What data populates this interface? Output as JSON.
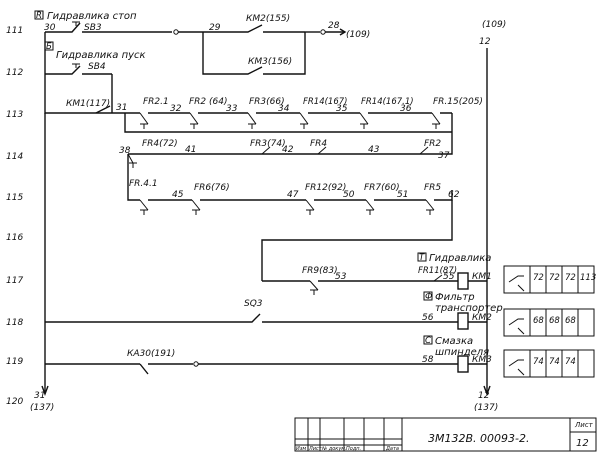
{
  "rows": [
    "111",
    "112",
    "113",
    "114",
    "115",
    "116",
    "117",
    "118",
    "119",
    "120"
  ],
  "bus": {
    "left_bottom_num": "31",
    "left_bottom_ref": "(137)",
    "right_top_num": "12",
    "right_top_ref": "(109)",
    "right_bottom_num": "12",
    "right_bottom_ref": "(137)"
  },
  "wires": {
    "w30": "30",
    "w29": "29",
    "w28": "28",
    "w28_ref": "(109)",
    "w31": "31",
    "w32": "32",
    "w33": "33",
    "w34": "34",
    "w35": "35",
    "w36": "36",
    "w37": "37",
    "w38": "38",
    "w41": "41",
    "w42": "42",
    "w43": "43",
    "w45": "45",
    "w47": "47",
    "w50": "50",
    "w51": "51",
    "w62": "62",
    "w53": "53",
    "w55": "55",
    "w56": "56",
    "w58": "58"
  },
  "texts": {
    "stop_num": "R",
    "stop_label": "Гидравлика  стоп",
    "sb3": "SB3",
    "start_num": "Б",
    "start_label": "Гидравлика  пуск",
    "sb4": "SB4",
    "km2_155": "КМ2(155)",
    "km3_156": "КМ3(156)",
    "km1_117": "КМ1(117)",
    "fr21": "FR2.1",
    "fr2_64": "FR2 (64)",
    "fr3_66": "FR3(66)",
    "fr14_167": "FR14(167)",
    "fr141_167": "FR14(167.1)",
    "fr15_205": "FR.15(205)",
    "fr4_72": "FR4(72)",
    "fr3_74": "FR3(74)",
    "fr4": "FR4",
    "fr2": "FR2",
    "fr41": "FR.4.1",
    "fr6_76": "FR6(76)",
    "fr12_92": "FR12(92)",
    "fr7_60": "FR7(60)",
    "fr5": "FR5",
    "fr9_83": "FR9(83)",
    "fr11_87": "FR11(87)",
    "km1": "КМ1",
    "km2": "КМ2",
    "km3": "КМ3",
    "hydr_num": "Т",
    "hydr_label": "Гидравлика",
    "filter_num": "Ф",
    "filter_label": "Фильтр",
    "transporter_label": "транспортер",
    "sq3": "SQ3",
    "spindle_num": "С",
    "spindle_label1": "Смазка",
    "spindle_label2": "шпинделя",
    "ka30_191": "КА30(191)"
  },
  "contact_tables": [
    {
      "name": "km1-contacts",
      "cells": [
        "72",
        "72",
        "72",
        "113"
      ]
    },
    {
      "name": "km2-contacts",
      "cells": [
        "68",
        "68",
        "68",
        ""
      ]
    },
    {
      "name": "km3-contacts",
      "cells": [
        "74",
        "74",
        "74",
        ""
      ]
    }
  ],
  "title_block": {
    "headers": [
      "Изм",
      "Лист",
      "№ докум.",
      "Подп.",
      "Дата"
    ],
    "doc_code": "3М132В.",
    "doc_num": "00093-2.",
    "sheet_label": "Лист",
    "sheet_num": "12"
  }
}
